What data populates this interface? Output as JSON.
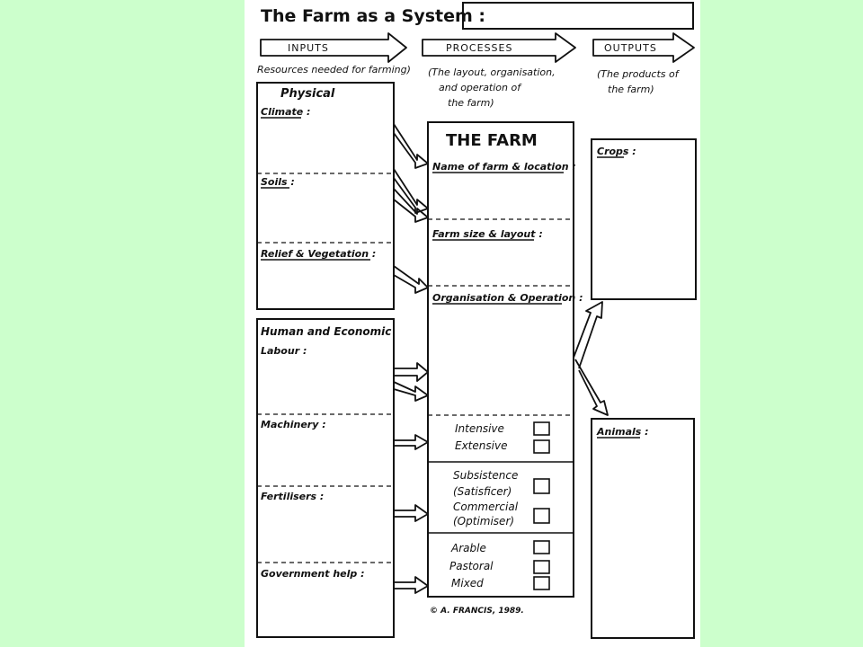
{
  "title": "The Farm as a System :",
  "columns": {
    "inputs": {
      "label": "INPUTS",
      "note": "Resources needed for farming)"
    },
    "processes": {
      "label": "PROCESSES",
      "note": [
        "(The layout, organisation,",
        "and operation of",
        "the farm)"
      ]
    },
    "outputs": {
      "label": "OUTPUTS",
      "note": [
        "(The products of",
        "the farm)"
      ]
    }
  },
  "physical": {
    "heading": "Physical",
    "fields": [
      "Climate :",
      "Soils :",
      "Relief & Vegetation :"
    ]
  },
  "human": {
    "heading": "Human and Economic",
    "fields": [
      "Labour :",
      "Machinery :",
      "Fertilisers :",
      "Government help :"
    ]
  },
  "farm": {
    "heading": "THE FARM",
    "fields": [
      "Name of farm & location :",
      "Farm size & layout :",
      "Organisation & Operation :"
    ],
    "options": {
      "group1": [
        "Intensive",
        "Extensive"
      ],
      "group2": [
        "Subsistence",
        "(Satisficer)",
        "Commercial",
        "(Optimiser)"
      ],
      "group3": [
        "Arable",
        "Pastoral",
        "Mixed"
      ]
    }
  },
  "outputs": {
    "crops": "Crops :",
    "animals": "Animals :"
  },
  "copyright": "© A. FRANCIS, 1989."
}
